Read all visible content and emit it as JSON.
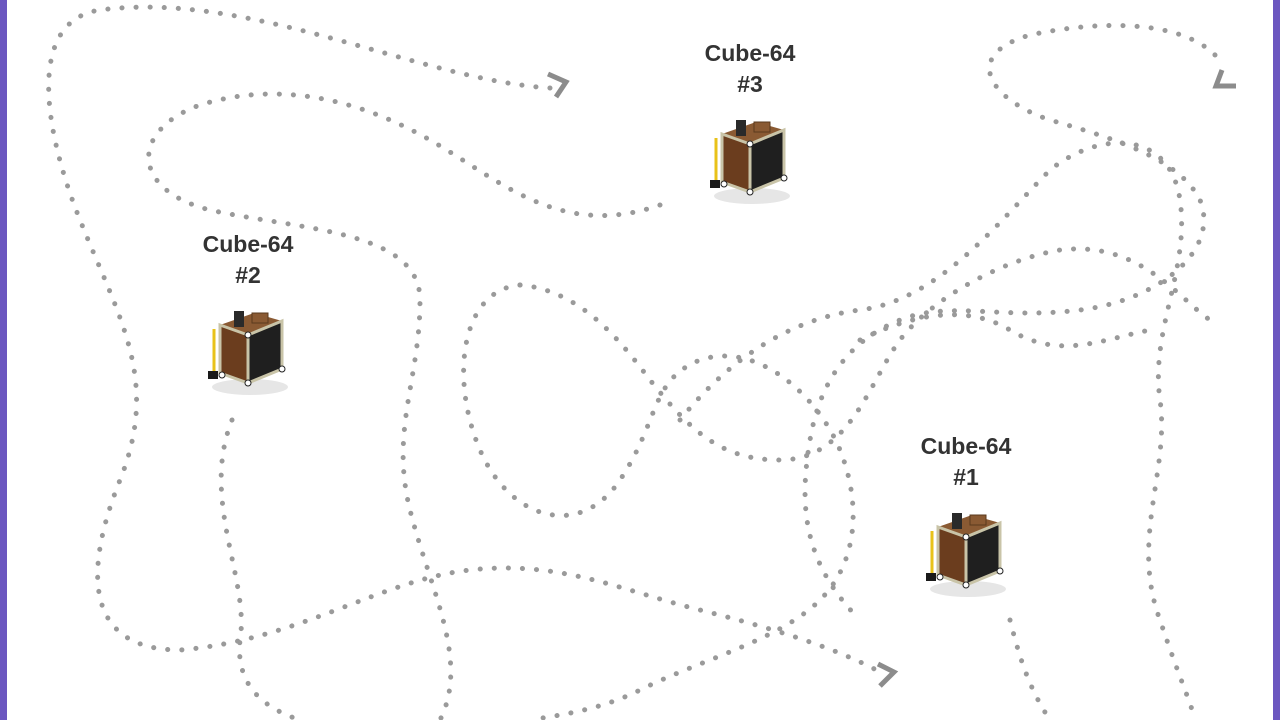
{
  "colors": {
    "frame": "#6b57c0",
    "path": "#9a9a9a",
    "arrow": "#8c8c8c",
    "label": "#333333",
    "robot_body_left": "#6b3d1e",
    "robot_body_right": "#1f1f1f",
    "robot_frame": "#c9c4a8",
    "robot_top": "#8a5a33",
    "robot_accent": "#e8c21a"
  },
  "robots": [
    {
      "name": "Cube-64",
      "number": "#2",
      "icon": "cube-robot-icon"
    },
    {
      "name": "Cube-64",
      "number": "#3",
      "icon": "cube-robot-icon"
    },
    {
      "name": "Cube-64",
      "number": "#1",
      "icon": "cube-robot-icon"
    }
  ],
  "path_style": "dotted",
  "arrow_icon": "chevron-arrow-icon"
}
